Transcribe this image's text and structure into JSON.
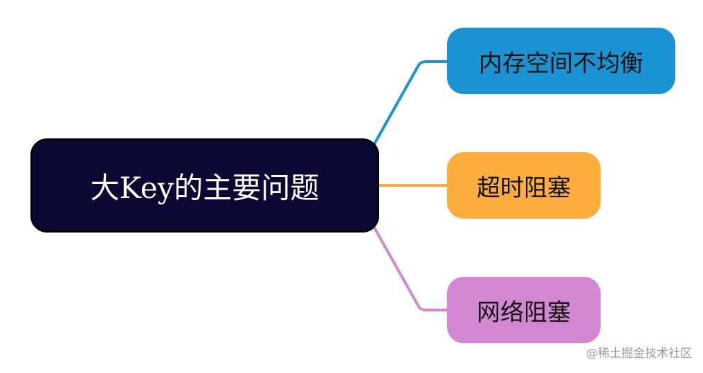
{
  "root": {
    "label": "大Key的主要问题",
    "color": "#0c0833"
  },
  "children": [
    {
      "label": "内存空间不均衡",
      "color": "#1b93d2"
    },
    {
      "label": "超时阻塞",
      "color": "#fdad3b"
    },
    {
      "label": "网络阻塞",
      "color": "#d387d3"
    }
  ],
  "watermark": "@稀土掘金技术社区"
}
